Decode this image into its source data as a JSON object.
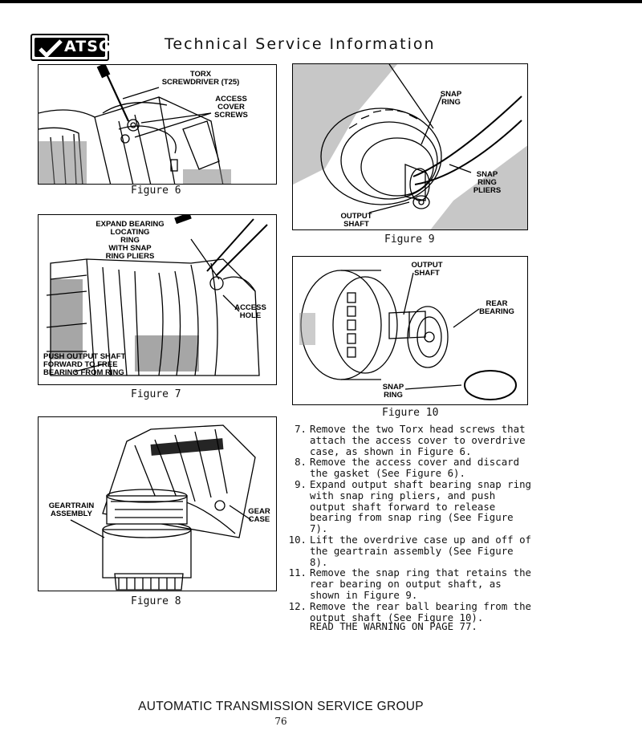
{
  "header": {
    "logo_text": "ATSG",
    "title": "Technical Service Information"
  },
  "figures": {
    "fig6": {
      "caption": "Figure 6",
      "labels": {
        "torx": "TORX\nSCREWDRIVER (T25)",
        "screws": "ACCESS\nCOVER\nSCREWS"
      }
    },
    "fig7": {
      "caption": "Figure 7",
      "labels": {
        "expand": "EXPAND BEARING\nLOCATING\nRING\nWITH SNAP\nRING PLIERS",
        "hole": "ACCESS\nHOLE",
        "push": "PUSH OUTPUT SHAFT\nFORWARD TO FREE\nBEARING FROM RING"
      }
    },
    "fig8": {
      "caption": "Figure 8",
      "labels": {
        "geartrain": "GEARTRAIN\nASSEMBLY",
        "gearcase": "GEAR\nCASE"
      }
    },
    "fig9": {
      "caption": "Figure 9",
      "labels": {
        "snapring": "SNAP\nRING",
        "pliers": "SNAP\nRING\nPLIERS",
        "shaft": "OUTPUT\nSHAFT"
      }
    },
    "fig10": {
      "caption": "Figure 10",
      "labels": {
        "shaft": "OUTPUT\nSHAFT",
        "bearing": "REAR\nBEARING",
        "snapring": "SNAP\nRING"
      }
    }
  },
  "steps": [
    {
      "num": "7.",
      "text": "Remove the two Torx head screws that attach the access cover to overdrive case, as shown in Figure 6."
    },
    {
      "num": "8.",
      "text": "Remove the access cover and discard the gasket (See Figure 6)."
    },
    {
      "num": "9.",
      "text": "Expand output shaft bearing snap ring with snap ring pliers, and push output shaft forward to release bearing from snap ring (See Figure 7)."
    },
    {
      "num": "10.",
      "text": "Lift the overdrive case up and off of the geartrain assembly (See Figure 8)."
    },
    {
      "num": "11.",
      "text": "Remove the snap ring that retains the rear bearing on output shaft, as shown in Figure 9."
    },
    {
      "num": "12.",
      "text": "Remove the rear ball bearing from the output shaft (See Figure 10)."
    }
  ],
  "warning": "READ THE WARNING ON PAGE 77.",
  "footer": {
    "org": "AUTOMATIC TRANSMISSION SERVICE GROUP",
    "page": "76"
  }
}
